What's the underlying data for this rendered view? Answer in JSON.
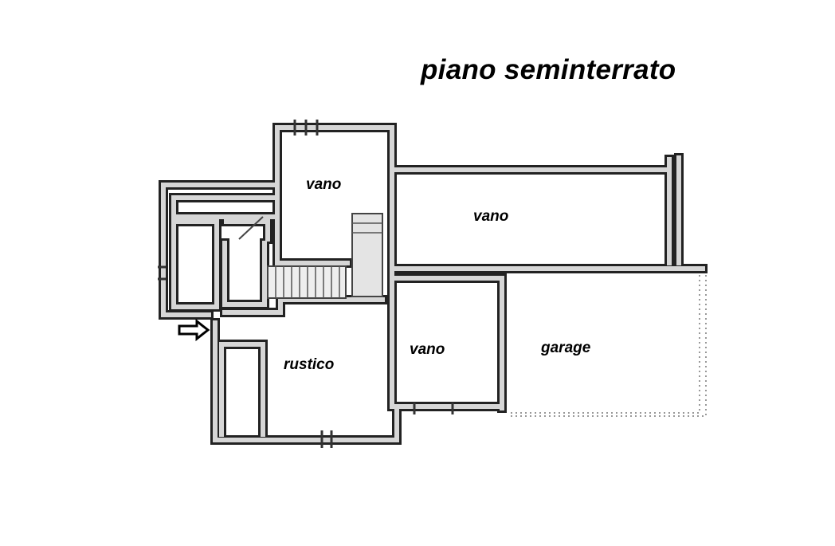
{
  "title": "piano seminterrato",
  "rooms": [
    {
      "label": "vano"
    },
    {
      "label": "vano"
    },
    {
      "label": "rustico"
    },
    {
      "label": "vano"
    },
    {
      "label": "garage"
    }
  ],
  "entrance_icon": "arrow-right-icon"
}
